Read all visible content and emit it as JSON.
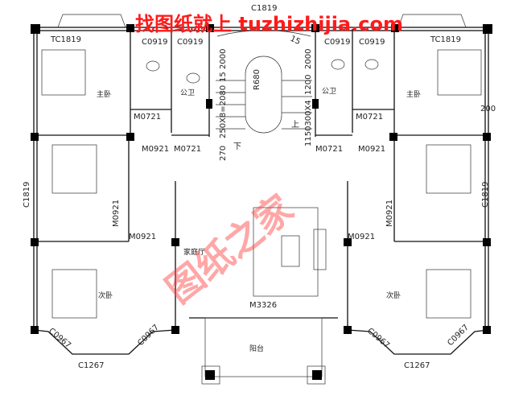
{
  "watermark_top": "找图纸就上 tuzhizhijia.com",
  "watermark_diagonal": "图纸之家",
  "rooms": {
    "master_left": "主卧",
    "master_right": "主卧",
    "bath_left": "公卫",
    "bath_right": "公卫",
    "family_hall": "家庭厅",
    "second_left": "次卧",
    "second_right": "次卧",
    "balcony": "阳台"
  },
  "windows": {
    "tc_left": "TC1819",
    "tc_right": "TC1819",
    "c_top": "C1819",
    "c0919": [
      "C0919",
      "C0919",
      "C0919",
      "C0919"
    ],
    "c_side_left": "C1819",
    "c_side_right": "C1819",
    "c0967": [
      "C0967",
      "C0967",
      "C0967",
      "C0967"
    ],
    "c1267": [
      "C1267",
      "C1267"
    ]
  },
  "doors": {
    "m0721": [
      "M0721",
      "M0721",
      "M0721",
      "M0721"
    ],
    "m0921": [
      "M0921",
      "M0921",
      "M0921",
      "M0921",
      "M0921",
      "M0921"
    ],
    "m3326": "M3326"
  },
  "stair": {
    "radius": "R680",
    "left_dims": [
      "2000",
      "15",
      "250X8=2080",
      "270"
    ],
    "right_dims": [
      "15",
      "2000",
      "1200",
      "1150300X4"
    ],
    "down": "下",
    "up": "上",
    "dim_200": "200"
  }
}
